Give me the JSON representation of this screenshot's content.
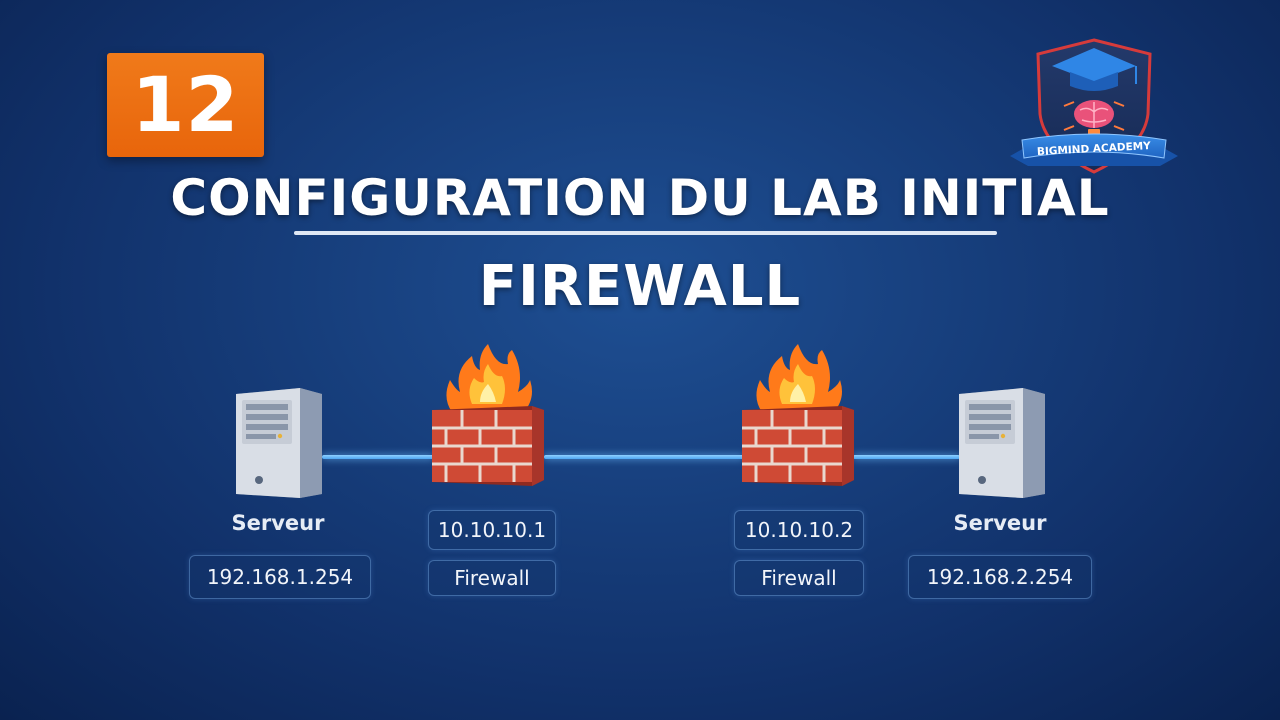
{
  "episode": {
    "number": "12"
  },
  "logo": {
    "text": "BIGMIND ACADEMY"
  },
  "header": {
    "title": "CONFIGURATION DU LAB INITIAL",
    "subtitle": "FIREWALL"
  },
  "diagram": {
    "nodes": [
      {
        "id": "server-left",
        "type": "server",
        "label": "Serveur",
        "ip": "192.168.1.254"
      },
      {
        "id": "firewall-left",
        "type": "firewall",
        "ip": "10.10.10.1",
        "label": "Firewall"
      },
      {
        "id": "firewall-right",
        "type": "firewall",
        "ip": "10.10.10.2",
        "label": "Firewall"
      },
      {
        "id": "server-right",
        "type": "server",
        "label": "Serveur",
        "ip": "192.168.2.254"
      }
    ]
  },
  "colors": {
    "background": "#173f7d",
    "badge": "#e8650b",
    "link": "#5fb4ff",
    "brick": "#c9412f"
  }
}
